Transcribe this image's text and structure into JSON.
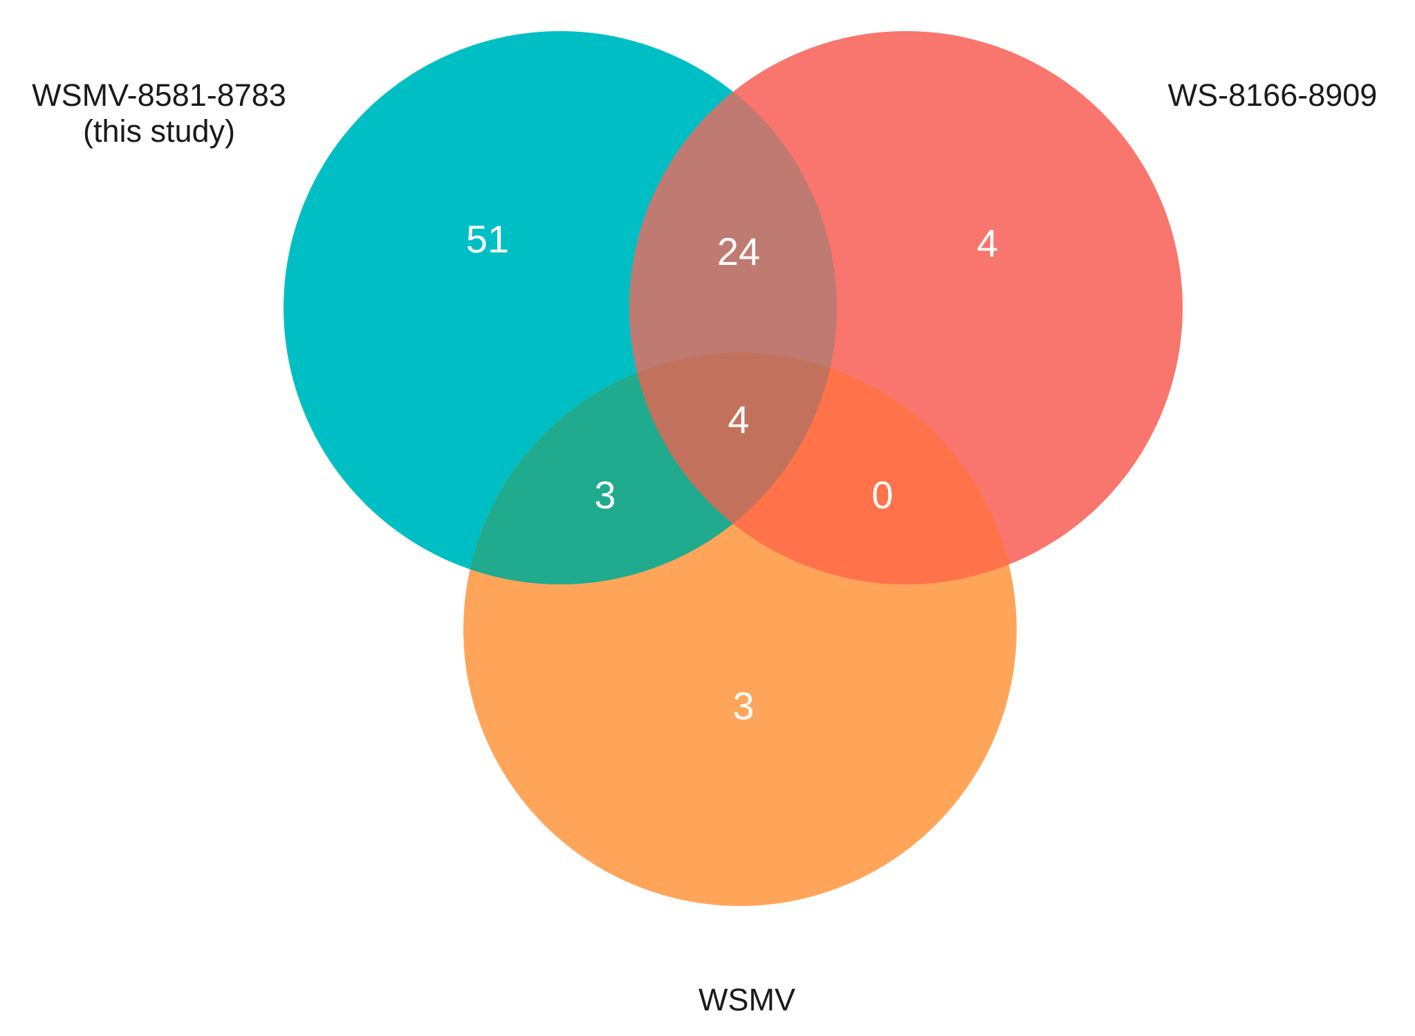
{
  "sets": [
    {
      "id": "a",
      "label_line1": "WSMV-8581-8783",
      "label_line2": "(this study)",
      "color": "#00BFC4"
    },
    {
      "id": "b",
      "label_line1": "WS-8166-8909",
      "label_line2": "",
      "color": "#F8766D"
    },
    {
      "id": "c",
      "label_line1": "WSMV",
      "label_line2": "",
      "color": "#FFA55A"
    }
  ],
  "regions": {
    "a_only": "51",
    "b_only": "4",
    "c_only": "3",
    "ab": "24",
    "ac": "3",
    "bc": "0",
    "abc": "4"
  },
  "overlap_colors": {
    "ab": "#BF7A72",
    "ac": "#20AA8E",
    "bc": "#FF724A",
    "abc": "#C2725C"
  }
}
